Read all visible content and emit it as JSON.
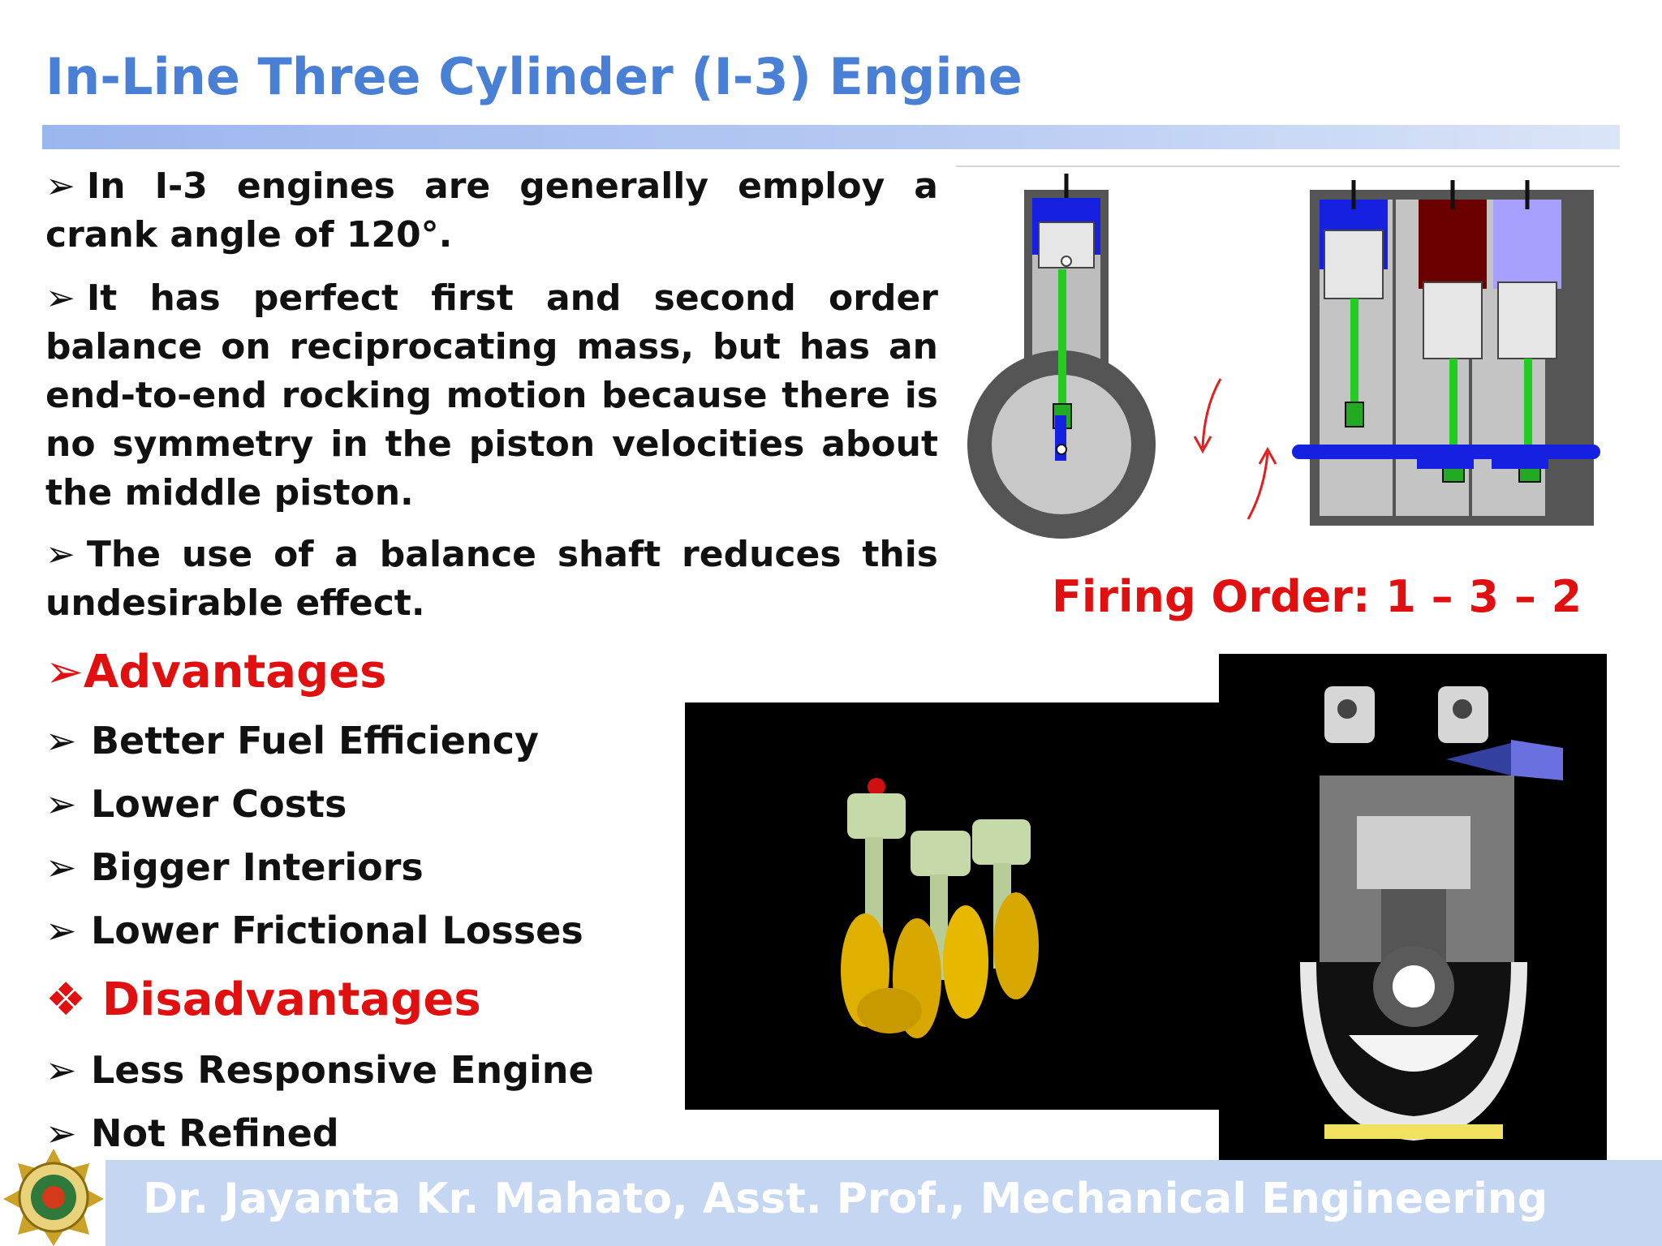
{
  "title": "In-Line Three Cylinder (I-3) Engine",
  "paragraphs": [
    {
      "bullet": "➢",
      "text": "In I-3 engines are generally employ a crank angle of 120°."
    },
    {
      "bullet": "➢",
      "text": "It has perfect first and second order balance on reciprocating mass, but has an end-to-end rocking motion because there is no symmetry in the piston velocities about the middle piston."
    },
    {
      "bullet": "➢",
      "text": "The use of a balance shaft reduces this undesirable effect."
    }
  ],
  "advantages": {
    "heading": "➢Advantages",
    "items": [
      {
        "bullet": "➢",
        "text": "Better Fuel Efficiency"
      },
      {
        "bullet": "➢",
        "text": "Lower Costs"
      },
      {
        "bullet": "➢",
        "text": "Bigger Interiors"
      },
      {
        "bullet": "➢",
        "text": "Lower Frictional Losses"
      }
    ]
  },
  "disadvantages": {
    "heading": "❖ Disadvantages",
    "items": [
      {
        "bullet": "➢",
        "text": "Less Responsive Engine"
      },
      {
        "bullet": "➢",
        "text": "Not Refined"
      }
    ]
  },
  "firing_order": "Firing Order: 1 – 3 – 2",
  "footer": "Dr. Jayanta Kr. Mahato, Asst. Prof., Mechanical Engineering",
  "colors": {
    "title": "#4a7fd6",
    "accent_red": "#e01010",
    "footer_band": "#c4d6f2"
  },
  "icons": {
    "university_logo": "university-seal",
    "bullet": "arrowhead-bullet"
  }
}
